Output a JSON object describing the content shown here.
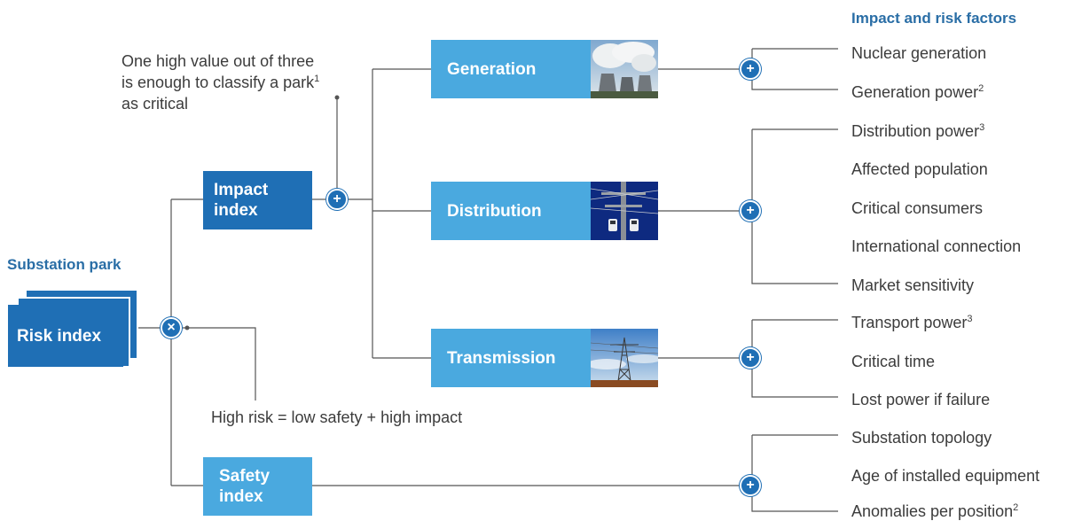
{
  "heading": "Impact and risk factors",
  "substation_park_label": "Substation park",
  "risk_index_label": "Risk index",
  "impact_index": {
    "line1": "Impact",
    "line2": "index"
  },
  "safety_index": {
    "line1": "Safety",
    "line2": "index"
  },
  "annotation_top": {
    "line1": "One high value out of three",
    "line2": "is enough to classify a park",
    "sup": "1",
    "line3": "as critical"
  },
  "annotation_bottom": "High risk = low safety + high impact",
  "operators": {
    "plus": "+",
    "times": "×"
  },
  "categories": [
    {
      "label": "Generation",
      "icon": "cooling-towers-photo"
    },
    {
      "label": "Distribution",
      "icon": "power-pole-photo"
    },
    {
      "label": "Transmission",
      "icon": "transmission-tower-photo"
    }
  ],
  "factors": {
    "generation": [
      {
        "text": "Nuclear generation",
        "sup": ""
      },
      {
        "text": "Generation power",
        "sup": "2"
      }
    ],
    "distribution": [
      {
        "text": "Distribution power",
        "sup": "3"
      },
      {
        "text": "Affected population",
        "sup": ""
      },
      {
        "text": "Critical consumers",
        "sup": ""
      },
      {
        "text": "International connection",
        "sup": ""
      },
      {
        "text": "Market sensitivity",
        "sup": ""
      }
    ],
    "transmission": [
      {
        "text": "Transport power",
        "sup": "3"
      },
      {
        "text": "Critical time",
        "sup": ""
      },
      {
        "text": "Lost power if failure",
        "sup": ""
      }
    ],
    "safety": [
      {
        "text": "Substation topology",
        "sup": ""
      },
      {
        "text": "Age of installed equipment",
        "sup": ""
      },
      {
        "text": "Anomalies per position",
        "sup": "2"
      }
    ]
  },
  "colors": {
    "dark_blue": "#1f6fb5",
    "light_blue": "#4aa9df",
    "heading": "#2a6ea6",
    "line": "#555555",
    "text": "#3c3c3c"
  }
}
